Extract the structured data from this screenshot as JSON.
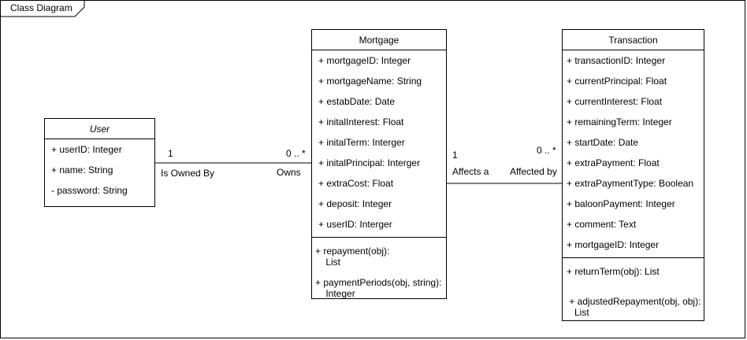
{
  "frame": {
    "title": "Class Diagram"
  },
  "classes": {
    "user": {
      "name": "User",
      "attributes": [
        "+ userID: Integer",
        "+ name: String",
        "- password: String"
      ],
      "operations": []
    },
    "mortgage": {
      "name": "Mortgage",
      "attributes": [
        "+ mortgageID: Integer",
        "+ mortgageName: String",
        "+ estabDate: Date",
        "+ initalInterest: Float",
        "+ initalTerm: Interger",
        "+ initalPrincipal: Interger",
        "+ extraCost: Float",
        "+ deposit: Integer",
        "+ userID: Interger"
      ],
      "operations": [
        "+ repayment(obj):\n    List",
        "+ paymentPeriods(obj, string):\n    Integer"
      ]
    },
    "transaction": {
      "name": "Transaction",
      "attributes": [
        "+ transactionID: Integer",
        "+ currentPrincipal: Float",
        "+ currentInterest: Float",
        "+ remainingTerm: Integer",
        "+ startDate: Date",
        "+ extraPayment: Float",
        "+ extraPaymentType: Boolean",
        "+ baloonPayment: Integer",
        "+ comment: Text",
        "+ mortgageID: Integer"
      ],
      "operations": [
        "+ returnTerm(obj): List",
        " + adjustedRepayment(obj, obj):\n   List"
      ]
    }
  },
  "associations": {
    "user_mortgage": {
      "source_multiplicity": "1",
      "source_role": "Is Owned By",
      "target_multiplicity": "0 .. *",
      "target_role": "Owns"
    },
    "mortgage_transaction": {
      "source_multiplicity": "1",
      "source_role": "Affects a",
      "target_multiplicity": "0 .. *",
      "target_role": "Affected by"
    }
  }
}
